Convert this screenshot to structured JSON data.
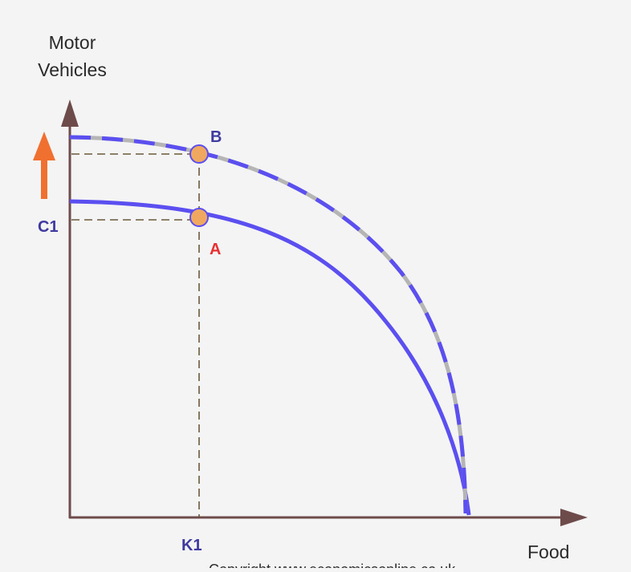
{
  "diagram": {
    "y_axis_label_line1": "Motor",
    "y_axis_label_line2": "Vehicles",
    "x_axis_label": "Food",
    "y_tick_label": "C1",
    "x_tick_label": "K1",
    "point_b_label": "B",
    "point_a_label": "A",
    "footer_text": "Copyright www.economicsonline.co.uk",
    "colors": {
      "background": "#f4f4f4",
      "axis": "#6e4b4b",
      "curve": "#5b4ff0",
      "curve_dash_gap": "#b5b5b5",
      "guide": "#6a5a3a",
      "point_fill": "#f0a860",
      "label_blue": "#3f3aa0",
      "label_red": "#e83030",
      "arrow": "#f07030"
    },
    "icons": {
      "shift_arrow": "up-arrow-icon"
    }
  }
}
